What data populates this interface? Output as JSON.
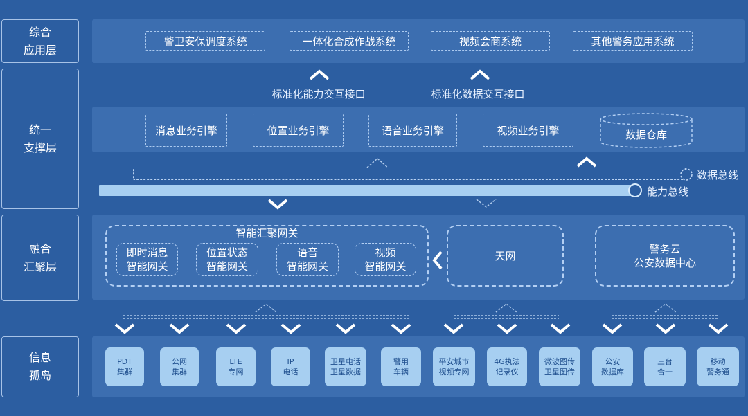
{
  "layers": [
    {
      "line1": "综合",
      "line2": "应用层"
    },
    {
      "line1": "统一",
      "line2": "支撑层"
    },
    {
      "line1": "融合",
      "line2": "汇聚层"
    },
    {
      "line1": "信息",
      "line2": "孤岛"
    }
  ],
  "applications": [
    "警卫安保调度系统",
    "一体化合成作战系统",
    "视频会商系统",
    "其他警务应用系统"
  ],
  "interfaces": [
    "标准化能力交互接口",
    "标准化数据交互接口"
  ],
  "engines": [
    "消息业务引擎",
    "位置业务引擎",
    "语音业务引擎",
    "视频业务引擎"
  ],
  "data_warehouse": "数据仓库",
  "buses": {
    "data_bus": "数据总线",
    "capability_bus": "能力总线"
  },
  "smart_gateway": {
    "title": "智能汇聚网关",
    "gateways": [
      {
        "line1": "即时消息",
        "line2": "智能网关"
      },
      {
        "line1": "位置状态",
        "line2": "智能网关"
      },
      {
        "line1": "语音",
        "line2": "智能网关"
      },
      {
        "line1": "视频",
        "line2": "智能网关"
      }
    ]
  },
  "skynet": "天网",
  "police_cloud": {
    "line1": "警务云",
    "line2": "公安数据中心"
  },
  "sources": [
    {
      "line1": "PDT",
      "line2": "集群"
    },
    {
      "line1": "公网",
      "line2": "集群"
    },
    {
      "line1": "LTE",
      "line2": "专网"
    },
    {
      "line1": "IP",
      "line2": "电话"
    },
    {
      "line1": "卫星电话",
      "line2": "卫星数据"
    },
    {
      "line1": "警用",
      "line2": "车辆"
    },
    {
      "line1": "平安城市",
      "line2": "视频专网"
    },
    {
      "line1": "4G执法",
      "line2": "记录仪"
    },
    {
      "line1": "微波图传",
      "line2": "卫星图传"
    },
    {
      "line1": "公安",
      "line2": "数据库"
    },
    {
      "line1": "三台",
      "line2": "合一"
    },
    {
      "line1": "移动",
      "line2": "警务通"
    }
  ],
  "colors": {
    "background": "#2c5ea1",
    "bar": "#a7cff1",
    "source_tile": "#a7cff1"
  }
}
